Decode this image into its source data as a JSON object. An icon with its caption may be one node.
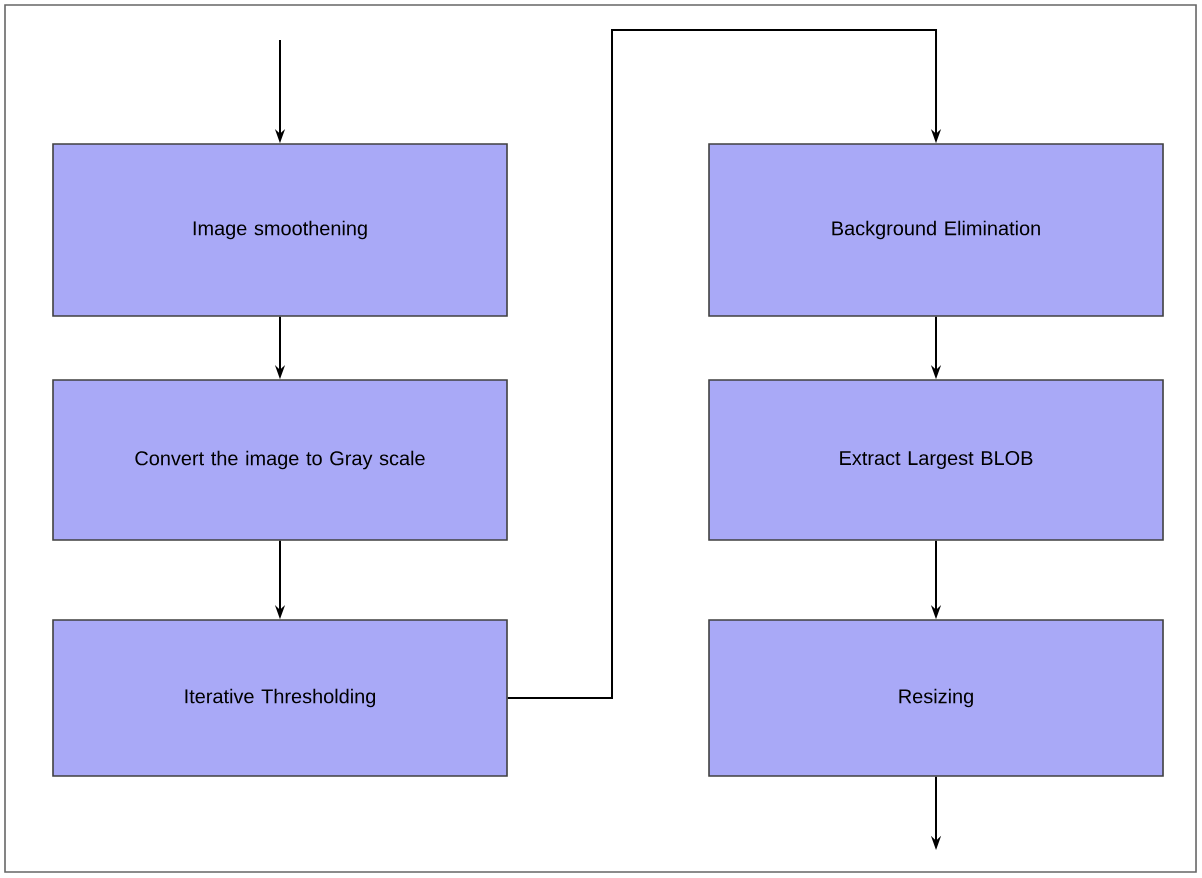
{
  "diagram": {
    "nodes": [
      {
        "text": [
          "Image smoothening"
        ]
      },
      {
        "text": [
          "Convert the image to Gray scale"
        ]
      },
      {
        "text": [
          "Iterative Thresholding"
        ]
      },
      {
        "text": [
          "Background Elimination"
        ]
      },
      {
        "text": [
          "Extract Largest BLOB"
        ]
      },
      {
        "text": [
          "Resizing"
        ]
      }
    ],
    "edges": [
      {
        "from": null,
        "to": 0,
        "arrow": "to"
      },
      {
        "from": 0,
        "to": 1,
        "arrow": "to"
      },
      {
        "from": 1,
        "to": 2,
        "arrow": "to"
      },
      {
        "from": 2,
        "to": 3,
        "arrow": "to"
      },
      {
        "from": 3,
        "to": 4,
        "arrow": "to"
      },
      {
        "from": 4,
        "to": 5,
        "arrow": "to"
      },
      {
        "from": 5,
        "to": null,
        "arrow": "to"
      }
    ]
  }
}
